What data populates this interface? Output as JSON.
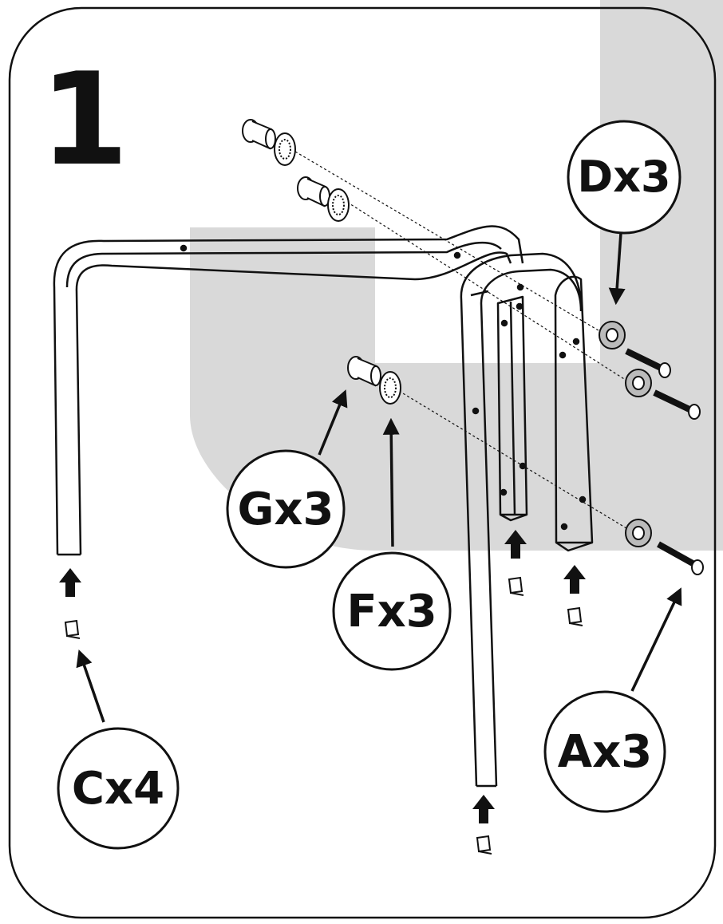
{
  "step": {
    "number": "1"
  },
  "callouts": {
    "d": "Dx3",
    "g": "Gx3",
    "f": "Fx3",
    "c": "Cx4",
    "a": "Ax3"
  },
  "colors": {
    "ink": "#111111",
    "shade": "#d9d9d9",
    "paper": "#ffffff"
  }
}
